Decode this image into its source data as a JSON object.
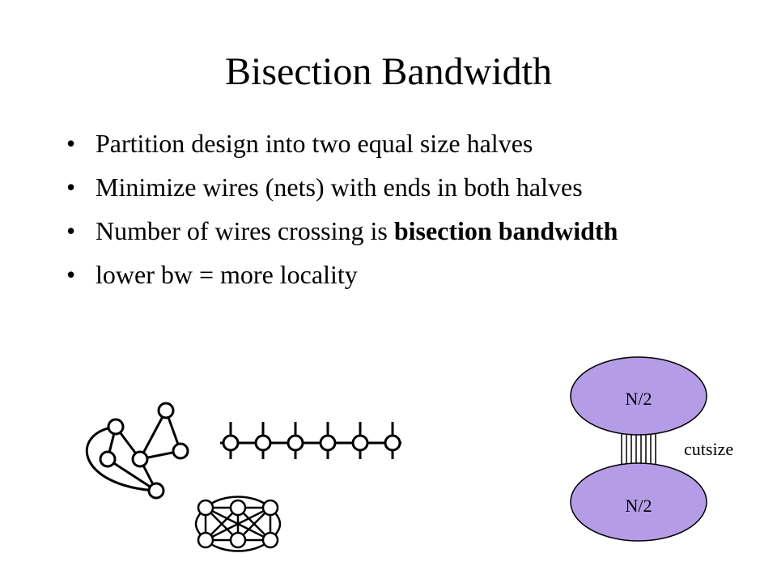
{
  "slide": {
    "title": "Bisection Bandwidth",
    "bullets": [
      {
        "text": "Partition design into two equal size halves"
      },
      {
        "text": "Minimize wires (nets) with ends in both halves"
      },
      {
        "pre": "Number of wires crossing is ",
        "bold": "bisection bandwidth"
      },
      {
        "text": "lower bw = more locality"
      }
    ]
  },
  "diagram": {
    "top_half_label": "N/2",
    "bottom_half_label": "N/2",
    "cut_label": "cutsize",
    "partition_fill": "#B59CE6"
  }
}
